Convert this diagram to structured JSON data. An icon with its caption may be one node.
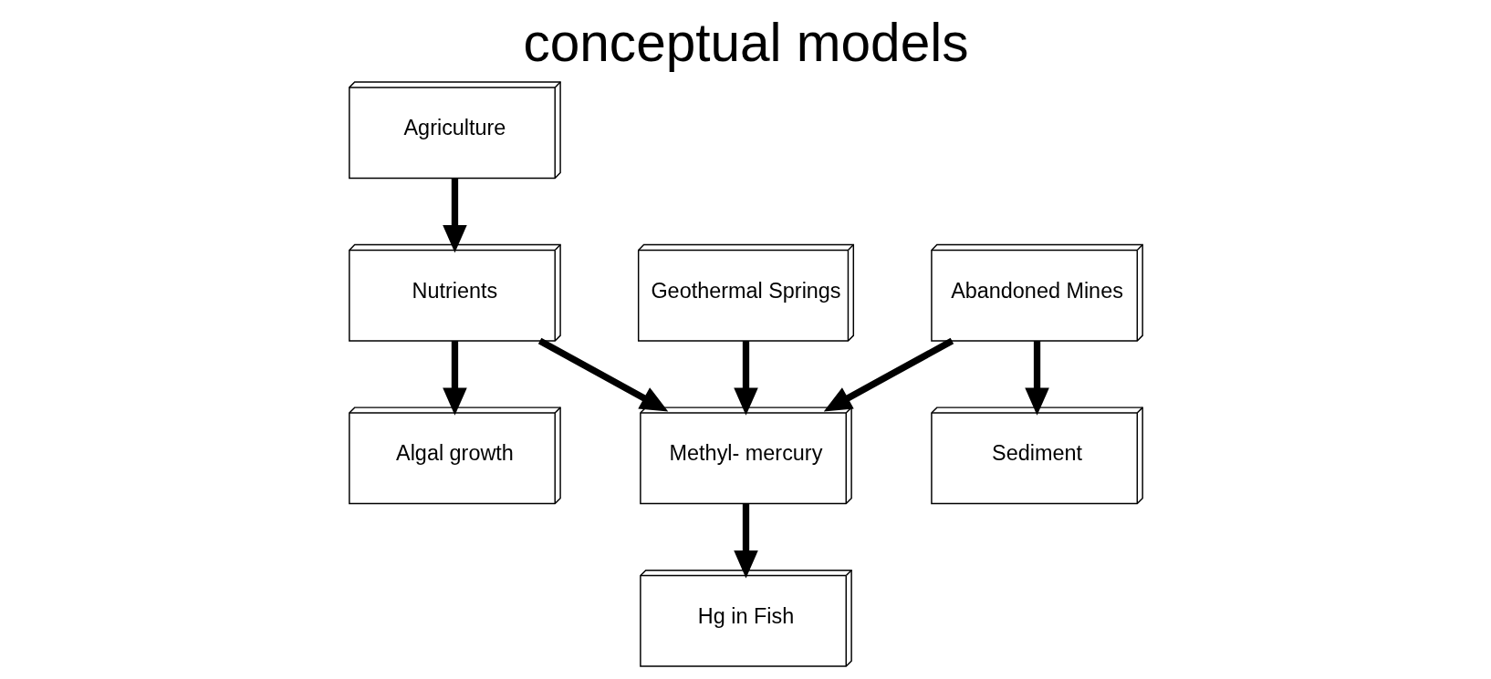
{
  "diagram": {
    "title": "conceptual models",
    "nodes": [
      {
        "text": [
          "Agriculture"
        ]
      },
      {
        "text": [
          "Geothermal Springs"
        ]
      },
      {
        "text": [
          "Nutrients"
        ]
      },
      {
        "text": [
          "Abandoned Mines"
        ]
      },
      {
        "text": [
          "Algal growth"
        ]
      },
      {
        "text": [
          "Sediment"
        ]
      },
      {
        "text": [
          "Methyl- mercury"
        ]
      },
      {
        "text": [
          "Hg in Fish"
        ]
      }
    ],
    "edges": [
      {
        "from": 0,
        "to": 2,
        "arrow": "to"
      },
      {
        "from": 1,
        "to": 6,
        "arrow": "to"
      },
      {
        "from": 3,
        "to": 6,
        "arrow": "to"
      },
      {
        "from": 2,
        "to": 4,
        "arrow": "to"
      },
      {
        "from": 3,
        "to": 5,
        "arrow": "to"
      },
      {
        "from": 2,
        "to": 6,
        "arrow": "to"
      },
      {
        "from": 6,
        "to": 7,
        "arrow": "to"
      }
    ]
  }
}
